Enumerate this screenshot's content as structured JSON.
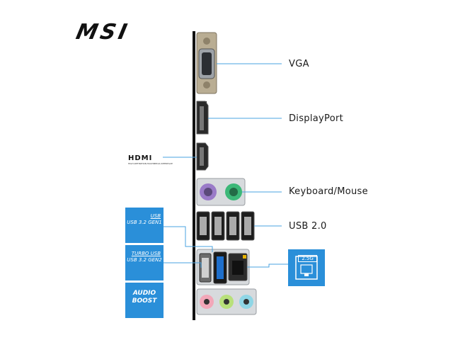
{
  "brand": {
    "logo_text": "MSI"
  },
  "hdmi_logo": {
    "text": "HDMI",
    "sub": "HIGH-DEFINITION MULTIMEDIA INTERFACE"
  },
  "ports": [
    {
      "label": "VGA"
    },
    {
      "label": "DisplayPort"
    },
    {
      "label": "Keyboard/Mouse"
    },
    {
      "label": "USB 2.0"
    }
  ],
  "badges": {
    "usb_gen1": {
      "line1": "USB",
      "line2": "USB 3.2 GEN1"
    },
    "usb_gen2": {
      "line1": "TURBO USB",
      "line2": "USB 3.2 GEN2"
    },
    "audio": {
      "line1": "AUDIO",
      "line2": "BOOST"
    }
  },
  "lan": {
    "badge_text": "2.5G"
  },
  "colors": {
    "accent": "#2a8fd9",
    "line": "#4aa3e0",
    "ps2": "#3cb878",
    "ps2_kb": "#9a7bc8"
  }
}
